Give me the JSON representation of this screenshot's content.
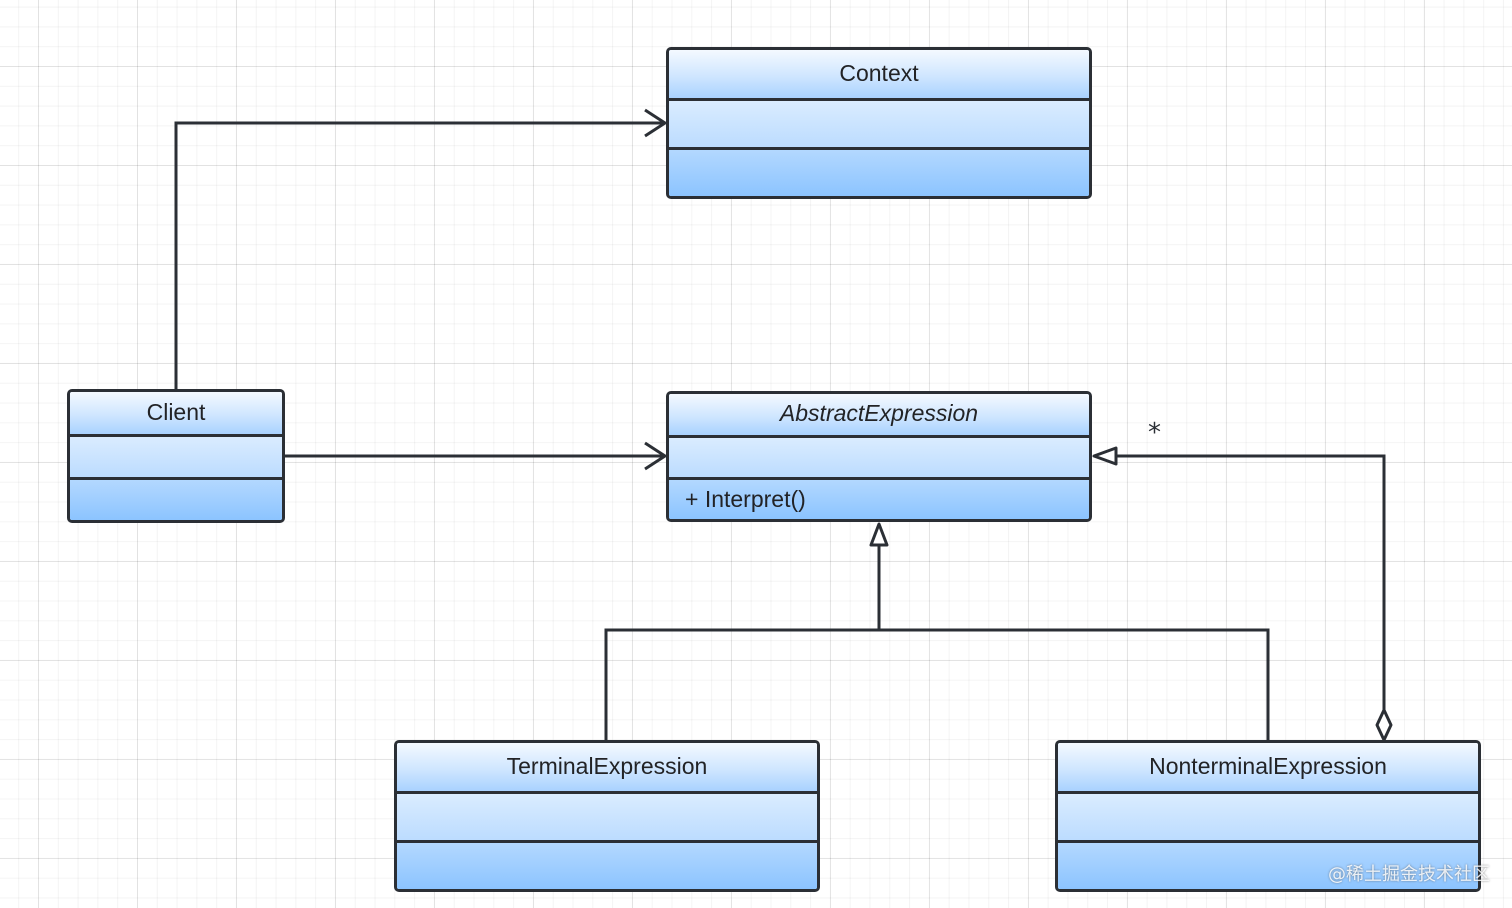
{
  "classes": {
    "context": {
      "name": "Context"
    },
    "client": {
      "name": "Client"
    },
    "abstract_expression": {
      "name": "AbstractExpression",
      "operation": "+ Interpret()"
    },
    "terminal_expression": {
      "name": "TerminalExpression"
    },
    "nonterminal_expression": {
      "name": "NonterminalExpression"
    }
  },
  "relations": {
    "aggregation_multiplicity": "*"
  },
  "watermark": "@稀土掘金技术社区",
  "colors": {
    "line": "#2b2f35",
    "class_fill_top": "#f4f9ff",
    "class_fill_bottom": "#8cc4ff"
  }
}
